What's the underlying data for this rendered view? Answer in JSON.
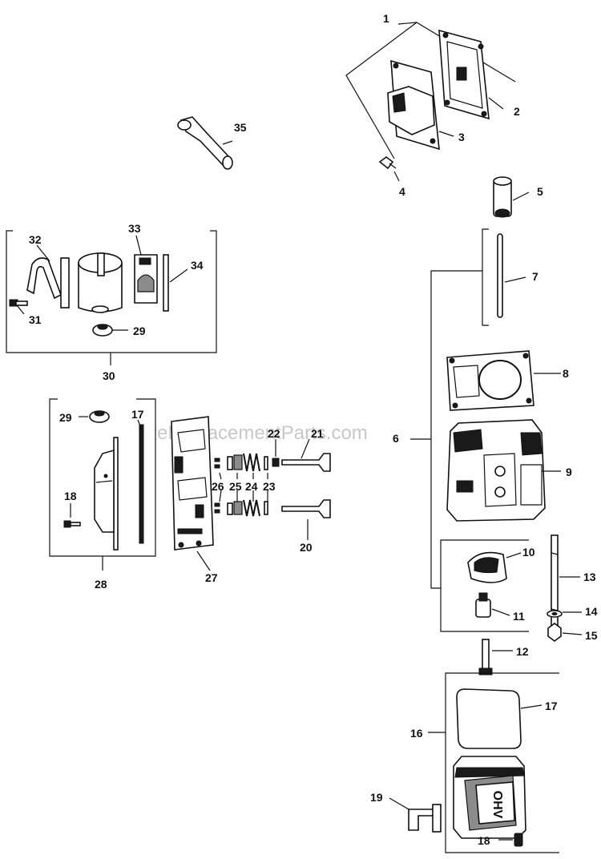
{
  "watermark": "eReplacementParts.com",
  "callouts": {
    "c1": "1",
    "c2": "2",
    "c3": "3",
    "c4": "4",
    "c5": "5",
    "c6": "6",
    "c7": "7",
    "c8": "8",
    "c9": "9",
    "c10": "10",
    "c11": "11",
    "c12": "12",
    "c13": "13",
    "c14": "14",
    "c15": "15",
    "c16": "16",
    "c17a": "17",
    "c17b": "17",
    "c18a": "18",
    "c18b": "18",
    "c19": "19",
    "c20": "20",
    "c21": "21",
    "c22": "22",
    "c23": "23",
    "c24": "24",
    "c25": "25",
    "c26": "26",
    "c27": "27",
    "c28": "28",
    "c29a": "29",
    "c29b": "29",
    "c30": "30",
    "c31": "31",
    "c32": "32",
    "c33": "33",
    "c34": "34",
    "c35": "35"
  },
  "logo_text": "OHV"
}
